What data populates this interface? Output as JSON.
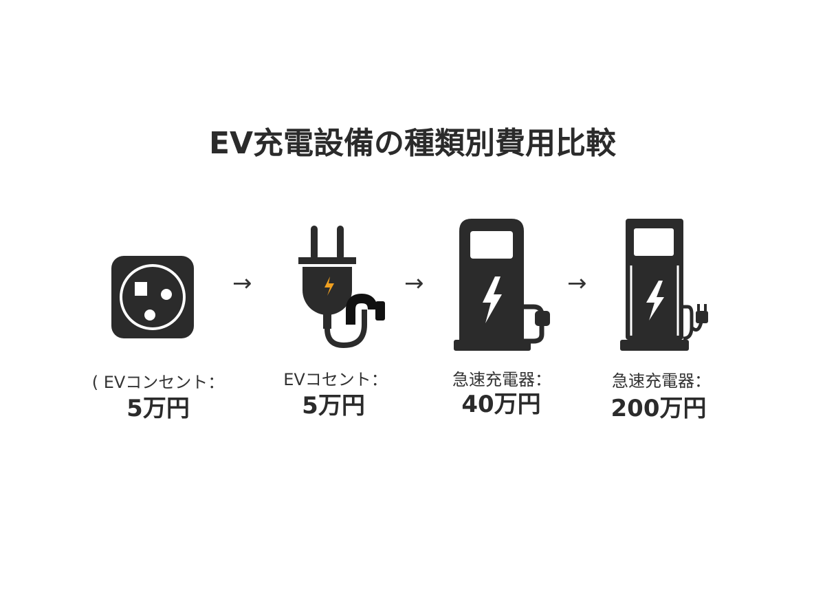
{
  "title": "EV充電設備の種類別費用比較",
  "items": [
    {
      "icon": "outlet-icon",
      "label": "( EVコンセント：",
      "price": "5万円"
    },
    {
      "icon": "plug-icon",
      "label": "EVコセント：",
      "price": "5万円"
    },
    {
      "icon": "charging-station-icon",
      "label": "急速充電器：",
      "price": "40万円"
    },
    {
      "icon": "fast-charger-icon",
      "label": "急速充電器：",
      "price": "200万円"
    }
  ],
  "arrow": "→",
  "colors": {
    "icon": "#2b2b2b",
    "accent": "#f0a020"
  }
}
